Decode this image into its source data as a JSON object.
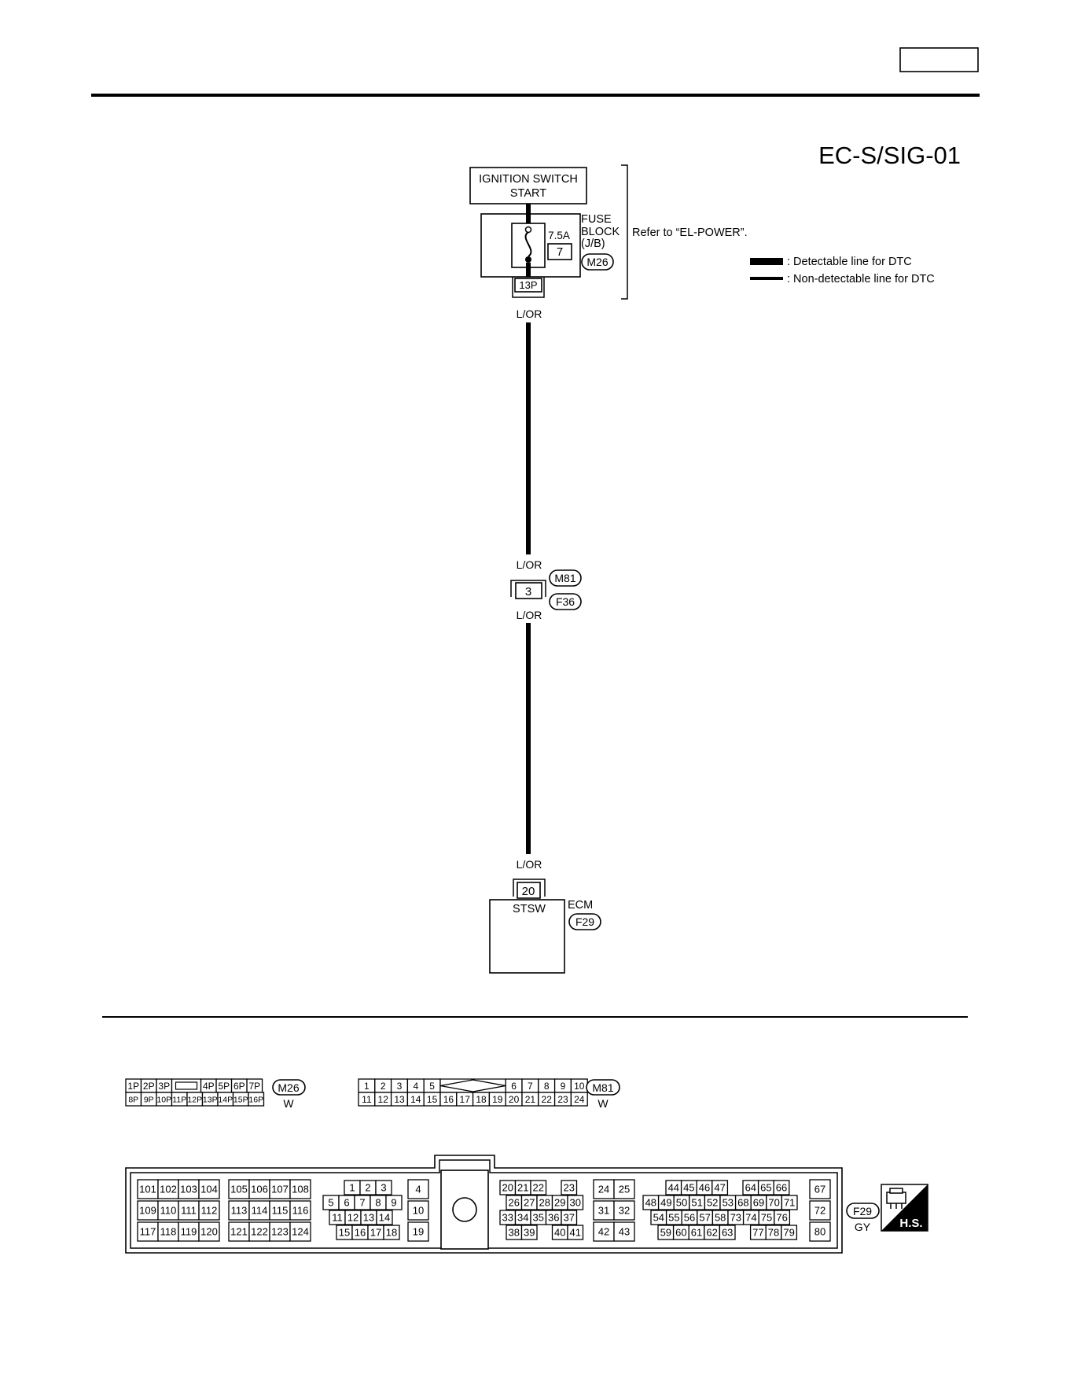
{
  "header": {
    "page_box_text": ""
  },
  "diagram": {
    "code": "EC-S/SIG-01",
    "ignition_switch": {
      "line1": "IGNITION SWITCH",
      "line2": "START"
    },
    "fuse": {
      "rating": "7.5A",
      "number": "7",
      "block_l1": "FUSE",
      "block_l2": "BLOCK",
      "block_l3": "(J/B)",
      "connector": "M26",
      "terminal": "13P",
      "refer": "Refer to “EL-POWER”."
    },
    "legend": [
      {
        "text": ": Detectable line for DTC",
        "weight": "thick"
      },
      {
        "text": ": Non-detectable line for DTC",
        "weight": "thin"
      }
    ],
    "wire_colors": [
      "L/OR",
      "L/OR",
      "L/OR",
      "L/OR"
    ],
    "joint": {
      "pin": "3",
      "conn_top": "M81",
      "conn_bottom": "F36"
    },
    "ecm": {
      "pin": "20",
      "signal": "STSW",
      "name": "ECM",
      "connector": "F29"
    }
  },
  "connectors": {
    "m26": {
      "id": "M26",
      "color": "W",
      "row1": [
        "1P",
        "2P",
        "3P",
        "",
        "4P",
        "5P",
        "6P",
        "7P"
      ],
      "row2": [
        "8P",
        "9P",
        "10P",
        "11P",
        "12P",
        "13P",
        "14P",
        "15P",
        "16P"
      ]
    },
    "m81": {
      "id": "M81",
      "color": "W",
      "row1": [
        "1",
        "2",
        "3",
        "4",
        "5",
        "",
        "6",
        "7",
        "8",
        "9",
        "10"
      ],
      "row2": [
        "11",
        "12",
        "13",
        "14",
        "15",
        "16",
        "17",
        "18",
        "19",
        "20",
        "21",
        "22",
        "23",
        "24"
      ]
    },
    "f29": {
      "id": "F29",
      "color": "GY",
      "badge": "H.S.",
      "g1": [
        [
          "101",
          "102",
          "103",
          "104"
        ],
        [
          "109",
          "110",
          "111",
          "112"
        ],
        [
          "117",
          "118",
          "119",
          "120"
        ]
      ],
      "g2": [
        [
          "105",
          "106",
          "107",
          "108"
        ],
        [
          "113",
          "114",
          "115",
          "116"
        ],
        [
          "121",
          "122",
          "123",
          "124"
        ]
      ],
      "g3": [
        [
          "1",
          "2",
          "3"
        ],
        [
          "5",
          "6",
          "7",
          "8",
          "9"
        ],
        [
          "11",
          "12",
          "13",
          "14"
        ],
        [
          "15",
          "16",
          "17",
          "18"
        ]
      ],
      "g4": [
        [
          "4"
        ],
        [
          "10"
        ],
        [
          "19"
        ]
      ],
      "g5": [
        [
          "20",
          "21",
          "22",
          "",
          "23"
        ],
        [
          "26",
          "27",
          "28",
          "29",
          "30"
        ],
        [
          "33",
          "34",
          "35",
          "36",
          "37"
        ],
        [
          "38",
          "39",
          "",
          "40",
          "41"
        ]
      ],
      "g6": [
        [
          "24",
          "25"
        ],
        [
          "31",
          "32"
        ],
        [
          "42",
          "43"
        ]
      ],
      "g7": [
        [
          "44",
          "45",
          "46",
          "47",
          "",
          "64",
          "65",
          "66"
        ],
        [
          "48",
          "49",
          "50",
          "51",
          "52",
          "53",
          "68",
          "69",
          "70",
          "71"
        ],
        [
          "54",
          "55",
          "56",
          "57",
          "58",
          "73",
          "74",
          "75",
          "76"
        ],
        [
          "59",
          "60",
          "61",
          "62",
          "63",
          "",
          "77",
          "78",
          "79"
        ]
      ],
      "g8": [
        [
          "67"
        ],
        [
          "72"
        ],
        [
          "80"
        ]
      ]
    }
  }
}
